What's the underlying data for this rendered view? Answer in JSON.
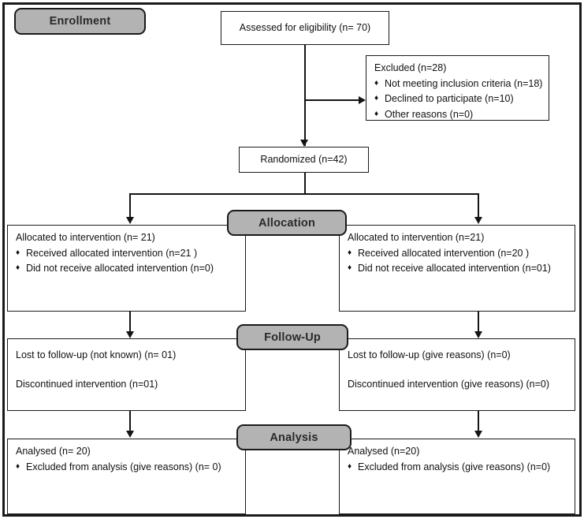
{
  "diagram": {
    "title": "CONSORT participant flow diagram",
    "type": "flow-diagram",
    "colors": {
      "stage_badge_fill": "#b3b3b3",
      "line": "#141414",
      "box_border": "#1a1a1a",
      "background": "#ffffff"
    }
  },
  "stages": {
    "enrollment": "Enrollment",
    "allocation": "Allocation",
    "followup": "Follow-Up",
    "analysis": "Analysis"
  },
  "enrollment": {
    "assessed": "Assessed for eligibility (n= 70)",
    "excluded": {
      "heading": "Excluded (n=28)",
      "reasons": [
        "Not meeting inclusion criteria (n=18)",
        "Declined to participate (n=10)",
        "Other reasons (n=0)"
      ]
    },
    "randomized": "Randomized (n=42)"
  },
  "allocation": {
    "left": {
      "heading": "Allocated to intervention (n= 21)",
      "items": [
        "Received allocated intervention (n=21 )",
        "Did not receive allocated intervention  (n=0)"
      ]
    },
    "right": {
      "heading": "Allocated to intervention (n=21)",
      "items": [
        "Received allocated intervention (n=20 )",
        "Did not receive allocated intervention (n=01)"
      ]
    }
  },
  "followup": {
    "left": {
      "lines": [
        "Lost to follow-up (not known) (n= 01)",
        "Discontinued intervention (n=01)"
      ]
    },
    "right": {
      "lines": [
        "Lost to follow-up (give reasons) (n=0)",
        "Discontinued intervention (give reasons) (n=0)"
      ]
    }
  },
  "analysis": {
    "left": {
      "heading": "Analysed (n= 20)",
      "items": [
        "Excluded from analysis (give reasons) (n= 0)"
      ]
    },
    "right": {
      "heading": "Analysed (n=20)",
      "items": [
        "Excluded from analysis (give reasons) (n=0)"
      ]
    }
  },
  "glyphs": {
    "bullet_diamond": "♦"
  }
}
